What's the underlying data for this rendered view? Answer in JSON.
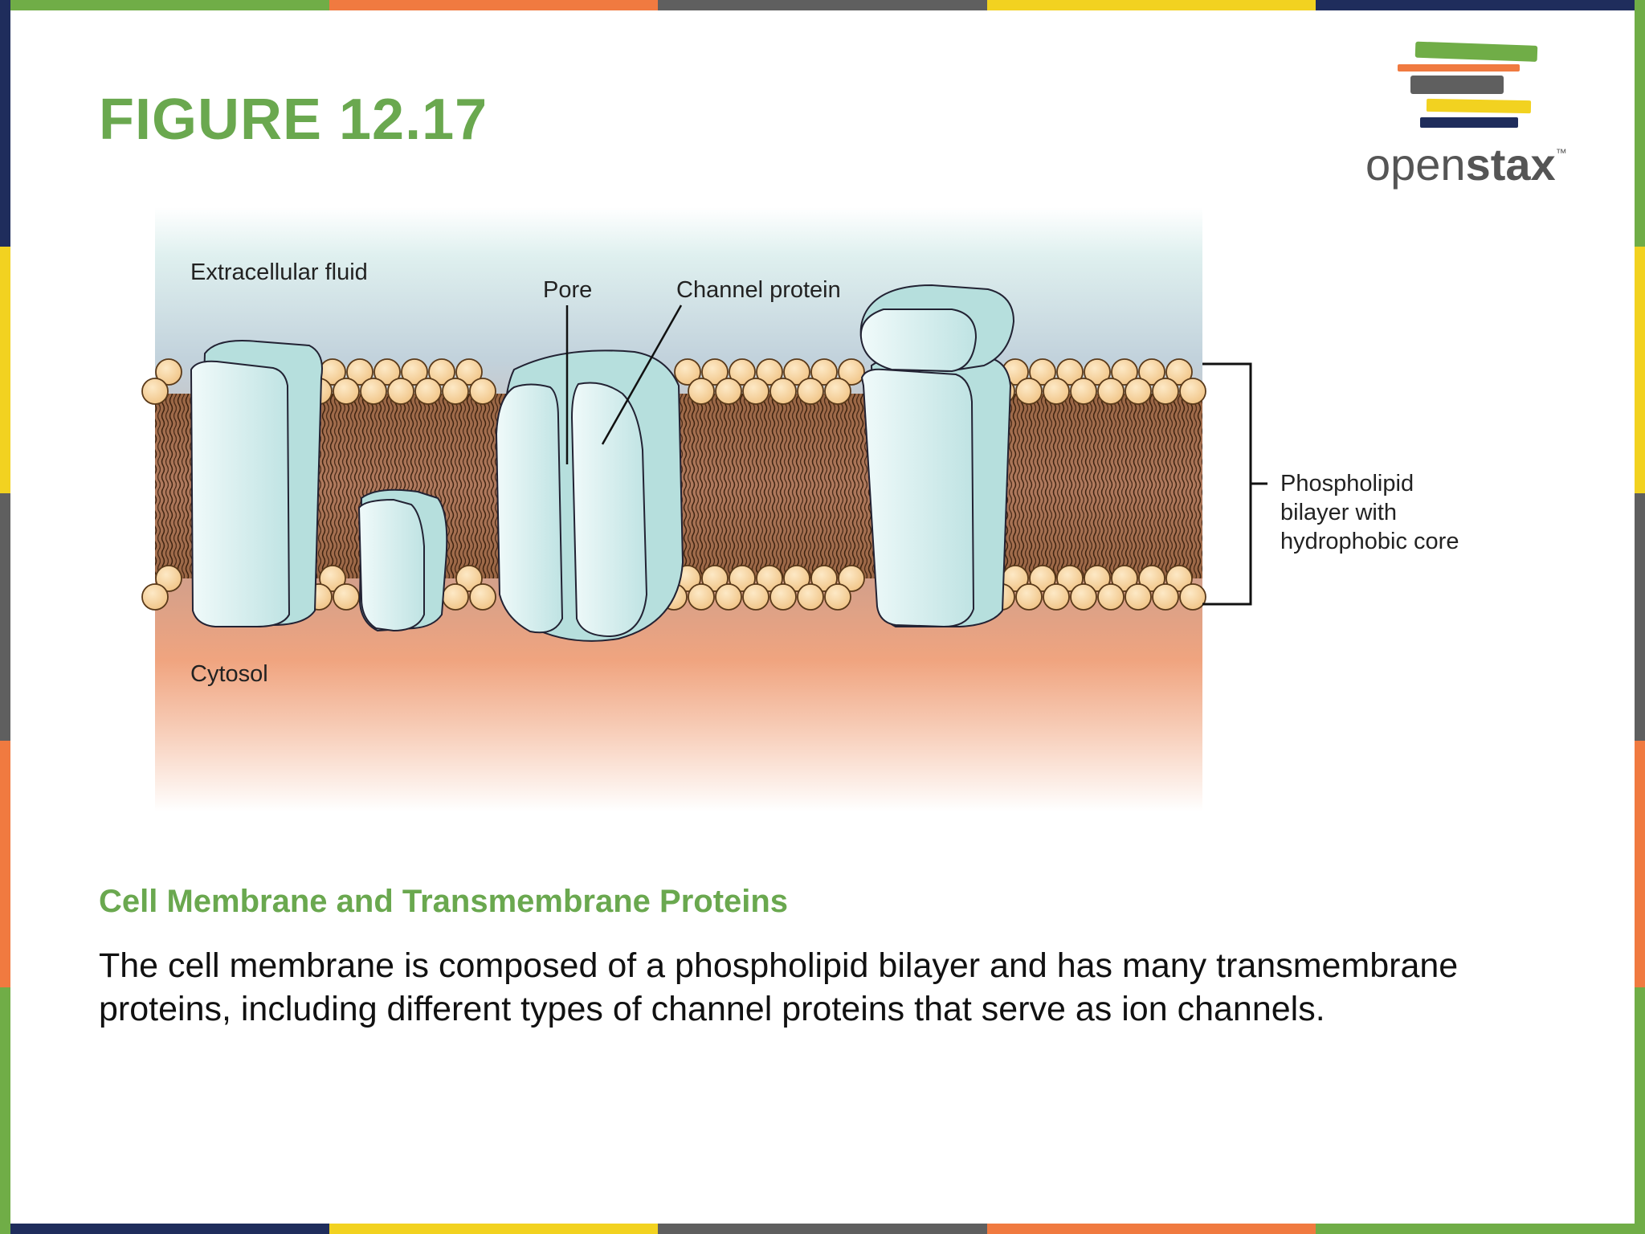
{
  "figure": {
    "title": "FIGURE 12.17"
  },
  "logo": {
    "word_light": "open",
    "word_bold": "stax",
    "trademark": "™"
  },
  "diagram": {
    "labels": {
      "extracellular": "Extracellular fluid",
      "pore": "Pore",
      "channel_protein": "Channel protein",
      "cytosol": "Cytosol",
      "bilayer_line1": "Phospholipid",
      "bilayer_line2": "bilayer with",
      "bilayer_line3": "hydrophobic core"
    }
  },
  "caption": {
    "title": "Cell Membrane and Transmembrane Proteins",
    "body": "The cell membrane is composed of a phospholipid bilayer and has many transmembrane proteins, including different types of channel proteins that serve as ion channels."
  },
  "colors": {
    "accent_green": "#6aa84f",
    "frame_green": "#70ad47",
    "frame_orange": "#f07a40",
    "frame_gray": "#5f5f5f",
    "frame_yellow": "#f2d220",
    "frame_navy": "#1f2d5c",
    "protein": "#d4eeee",
    "lipid_head": "#f3cf97"
  }
}
